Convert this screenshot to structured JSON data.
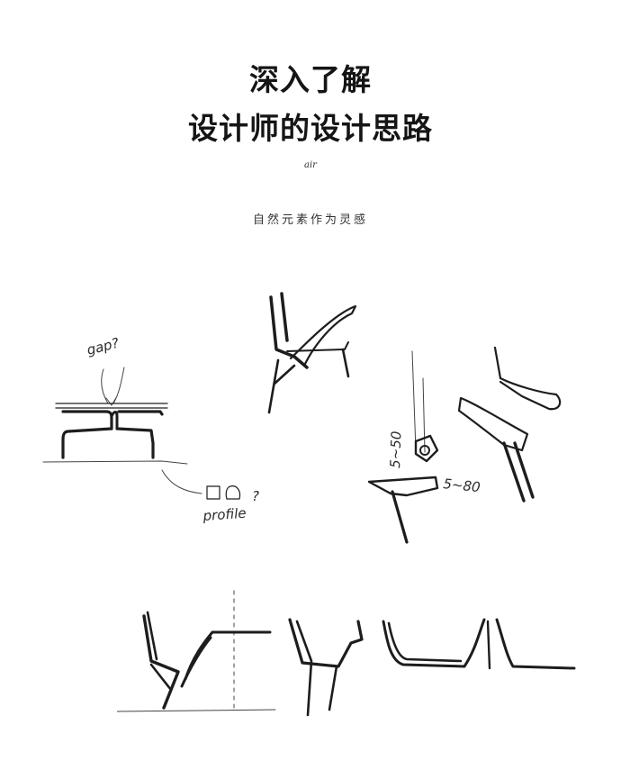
{
  "header": {
    "title_line1": "深入了解",
    "title_line2": "设计师的设计思路",
    "tag": "air",
    "subtitle": "自然元素作为灵感"
  },
  "sketch_notes": {
    "gap": "gap?",
    "profile": "profile",
    "q": "?",
    "angle1": "5~50",
    "angle2": "5~80"
  }
}
